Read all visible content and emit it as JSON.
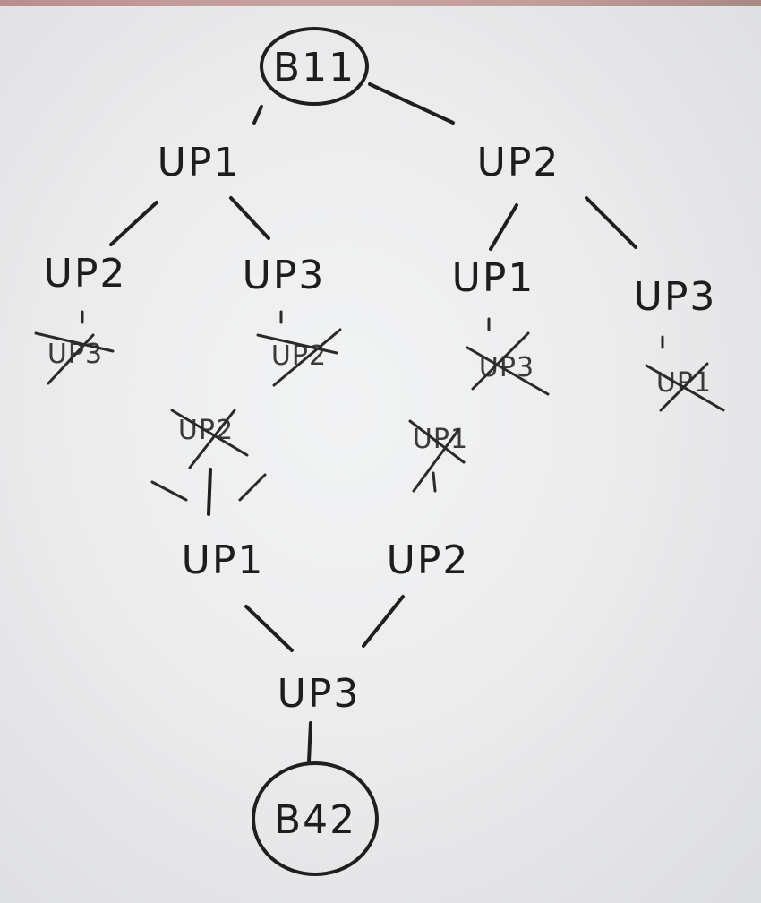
{
  "tree": {
    "root": "B11",
    "level1": [
      "UP1",
      "UP2"
    ],
    "level2": [
      "UP2",
      "UP3",
      "UP1",
      "UP3"
    ],
    "level3_crossed": [
      "UP3",
      "UP2",
      "UP3",
      "UP1"
    ],
    "level4_crossed": [
      "UP2",
      "UP1"
    ],
    "level5": [
      "UP1",
      "UP2"
    ],
    "level6": "UP3",
    "goal": "B42"
  }
}
